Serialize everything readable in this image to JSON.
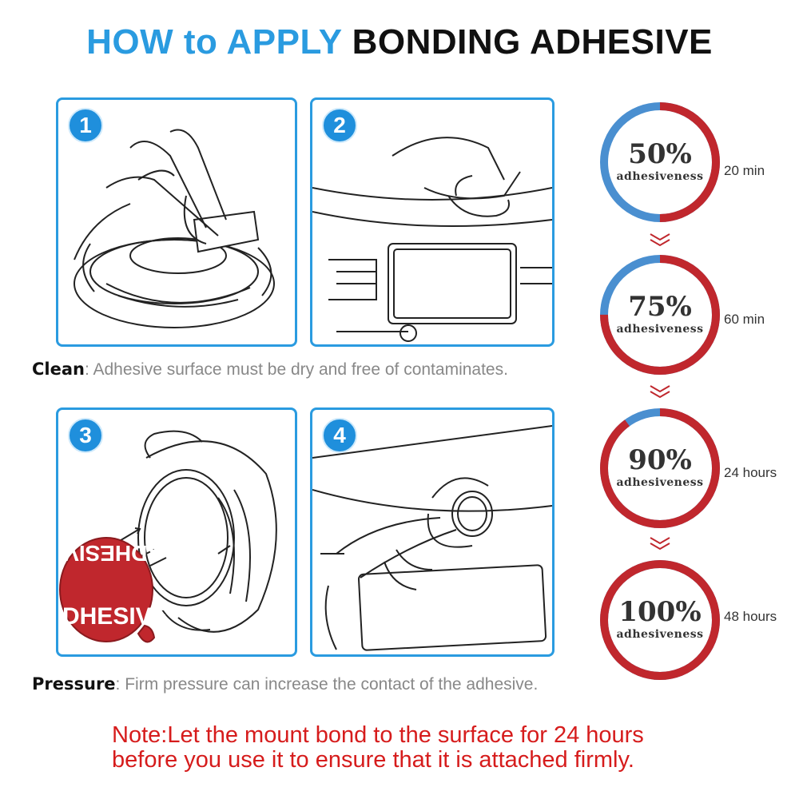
{
  "title": {
    "part1": "HOW to APPLY",
    "part2": "BONDING ADHESIVE"
  },
  "steps": [
    {
      "number": "1"
    },
    {
      "number": "2"
    },
    {
      "number": "3",
      "sticker_text": "ADHESIVE"
    },
    {
      "number": "4"
    }
  ],
  "captions": {
    "clean": {
      "label": "Clean",
      "text": ": Adhesive surface must be dry and free of contaminates."
    },
    "pressure": {
      "label": "Pressure",
      "text": ": Firm pressure can increase the contact of the adhesive."
    }
  },
  "note": {
    "line1": "Note:Let the mount bond to the surface for 24 hours",
    "line2": "before you use it to ensure that it is attached firmly."
  },
  "adhesion_stages": [
    {
      "percent": "50%",
      "fraction": 0.5,
      "label": "adhesiveness",
      "time": "20 min"
    },
    {
      "percent": "75%",
      "fraction": 0.75,
      "label": "adhesiveness",
      "time": "60 min"
    },
    {
      "percent": "90%",
      "fraction": 0.9,
      "label": "adhesiveness",
      "time": "24 hours"
    },
    {
      "percent": "100%",
      "fraction": 1.0,
      "label": "adhesiveness",
      "time": "48 hours"
    }
  ],
  "colors": {
    "accent_blue": "#2a9be0",
    "ring_red": "#c0272d",
    "ring_blue": "#4a8fd0",
    "note_red": "#d61c1c"
  }
}
